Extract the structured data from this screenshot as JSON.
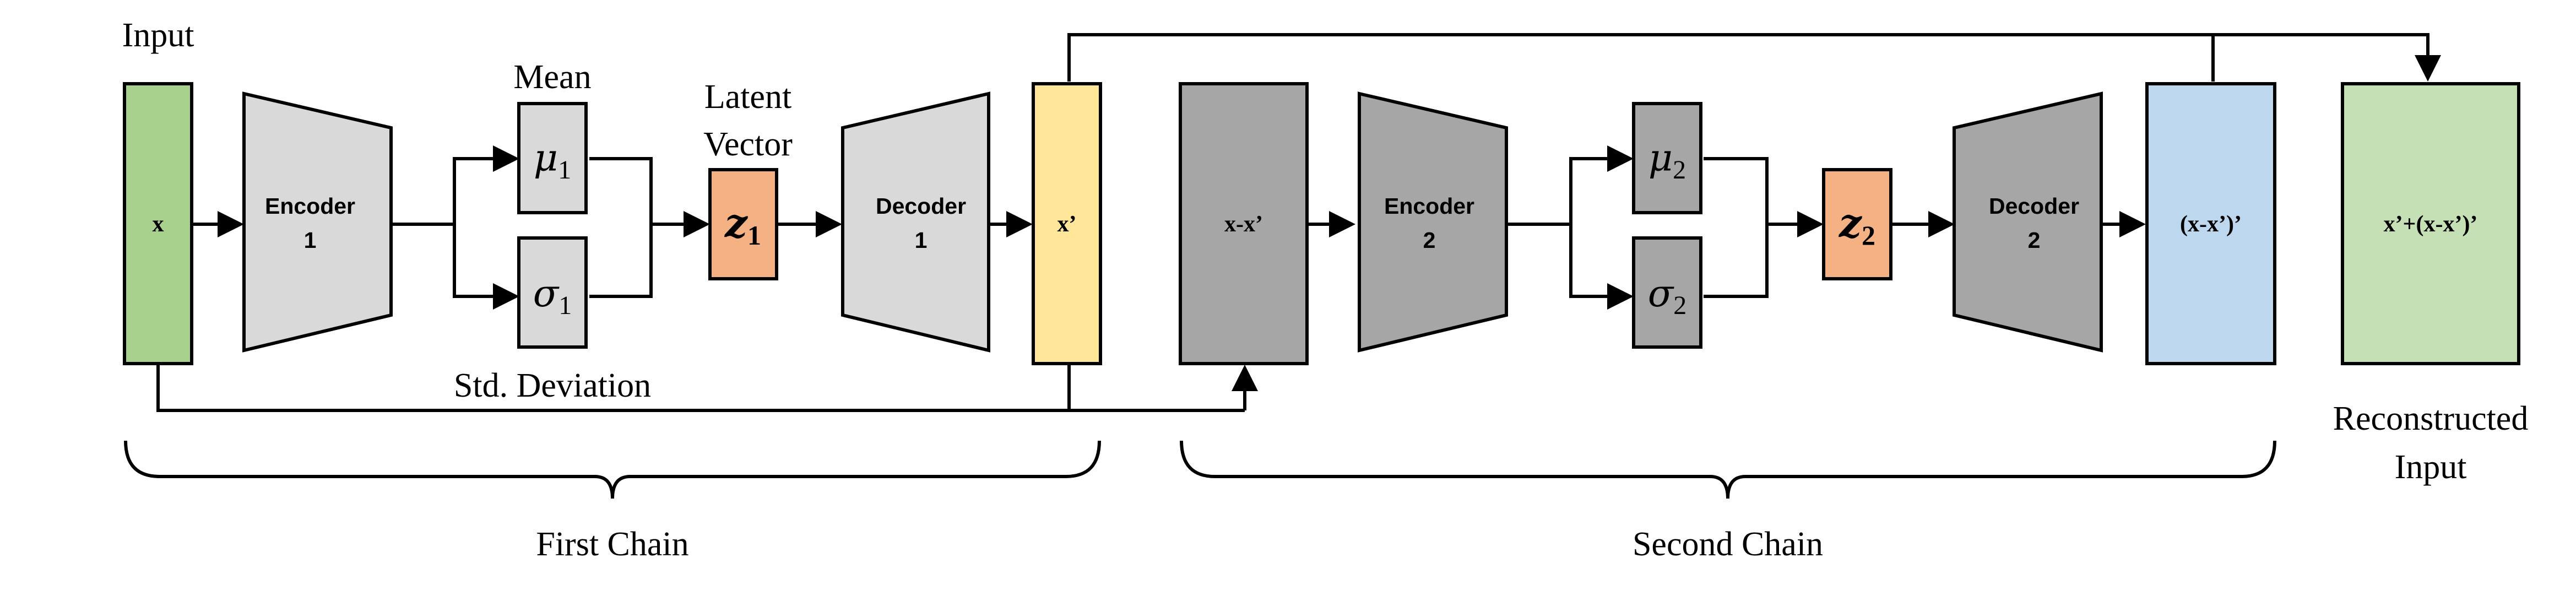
{
  "labels": {
    "input": "Input",
    "mean": "Mean",
    "latent_line1": "Latent",
    "latent_line2": "Vector",
    "std_dev": "Std. Deviation",
    "first_chain": "First Chain",
    "second_chain": "Second Chain",
    "reconstructed_line1": "Reconstructed",
    "reconstructed_line2": "Input"
  },
  "boxes": {
    "x": "x",
    "x_prime": "x’",
    "x_minus_xp": "x-x’",
    "recon_diff": "(x-x’)’",
    "final": "x’+(x-x’)’"
  },
  "blocks": {
    "encoder1_l1": "Encoder",
    "encoder1_l2": "1",
    "decoder1_l1": "Decoder",
    "decoder1_l2": "1",
    "encoder2_l1": "Encoder",
    "encoder2_l2": "2",
    "decoder2_l1": "Decoder",
    "decoder2_l2": "2"
  },
  "symbols": {
    "mu": "μ",
    "sigma": "σ",
    "z": "z",
    "sub1": "1",
    "sub2": "2"
  },
  "colors": {
    "input_green": "#a9d18e",
    "latent_orange": "#f4b183",
    "xprime_yellow": "#ffe699",
    "chain1_gray": "#d9d9d9",
    "chain2_gray": "#a6a6a6",
    "blue": "#bdd7ee",
    "output_green": "#c5e0b4"
  }
}
